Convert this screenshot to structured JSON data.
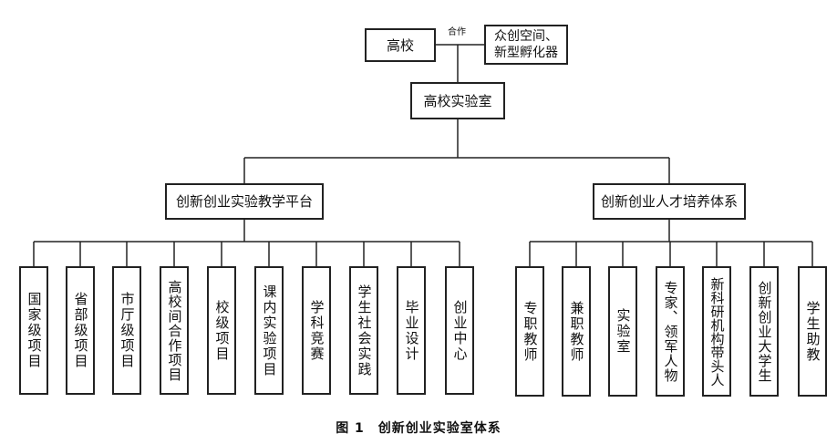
{
  "top": {
    "university": "高校",
    "cooperation_label": "合作",
    "partner": "众创空间、新型孵化器"
  },
  "lab": "高校实验室",
  "platform": {
    "title": "创新创业实验教学平台",
    "items": [
      "国家级项目",
      "省部级项目",
      "市厅级项目",
      "高校间合作项目",
      "校级项目",
      "课内实验项目",
      "学科竞赛",
      "学生社会实践",
      "毕业设计",
      "创业中心"
    ]
  },
  "talent": {
    "title": "创新创业人才培养体系",
    "items": [
      "专职教师",
      "兼职教师",
      "实验室",
      "专家、领军人物",
      "新科研机构带头人",
      "创新创业大学生",
      "学生助教"
    ]
  },
  "caption": "图 1　创新创业实验室体系"
}
